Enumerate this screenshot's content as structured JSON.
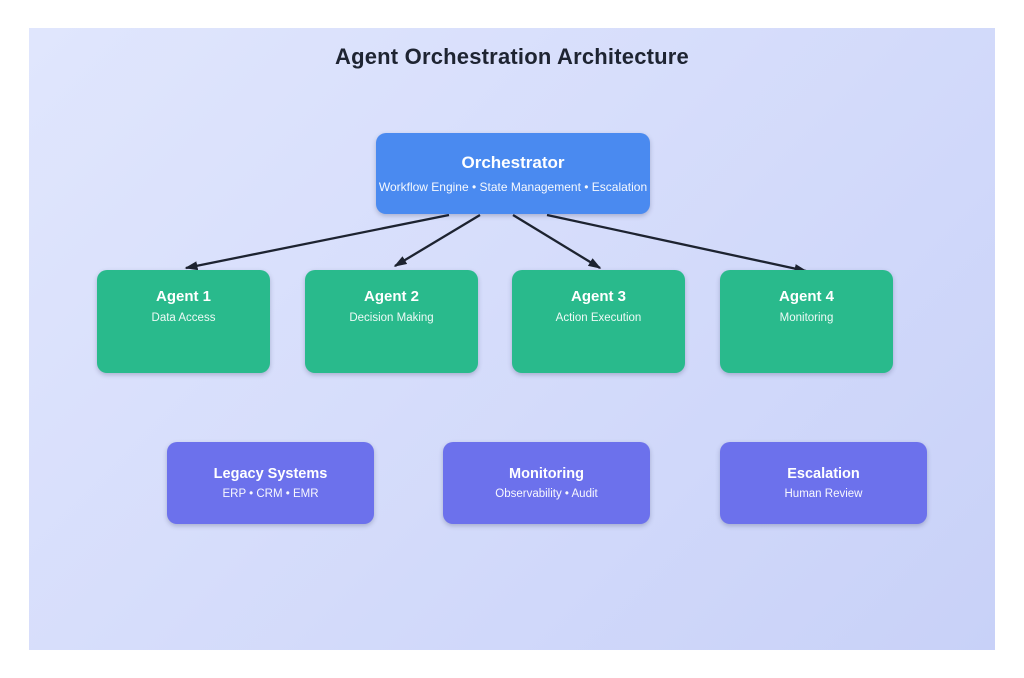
{
  "title": "Agent Orchestration Architecture",
  "colors": {
    "orchestrator": "#4a8af0",
    "agent": "#29ba8c",
    "system": "#6c71ec",
    "arrow": "#1d2330",
    "canvas_gradient_from": "#e0e6fd",
    "canvas_gradient_to": "#c8d1f8",
    "title_text": "#1e2432",
    "page_margin": "#ffffff"
  },
  "nodes": {
    "orchestrator": {
      "title": "Orchestrator",
      "subtitle": "Workflow Engine • State Management • Escalation"
    },
    "agents": [
      {
        "title": "Agent 1",
        "subtitle": "Data Access"
      },
      {
        "title": "Agent 2",
        "subtitle": "Decision Making"
      },
      {
        "title": "Agent 3",
        "subtitle": "Action Execution"
      },
      {
        "title": "Agent 4",
        "subtitle": "Monitoring"
      }
    ],
    "systems": [
      {
        "title": "Legacy Systems",
        "subtitle": "ERP • CRM • EMR"
      },
      {
        "title": "Monitoring",
        "subtitle": "Observability • Audit"
      },
      {
        "title": "Escalation",
        "subtitle": "Human Review"
      }
    ]
  },
  "connections": [
    {
      "from": "Orchestrator",
      "to": "Agent 1"
    },
    {
      "from": "Orchestrator",
      "to": "Agent 2"
    },
    {
      "from": "Orchestrator",
      "to": "Agent 3"
    },
    {
      "from": "Orchestrator",
      "to": "Agent 4"
    }
  ]
}
